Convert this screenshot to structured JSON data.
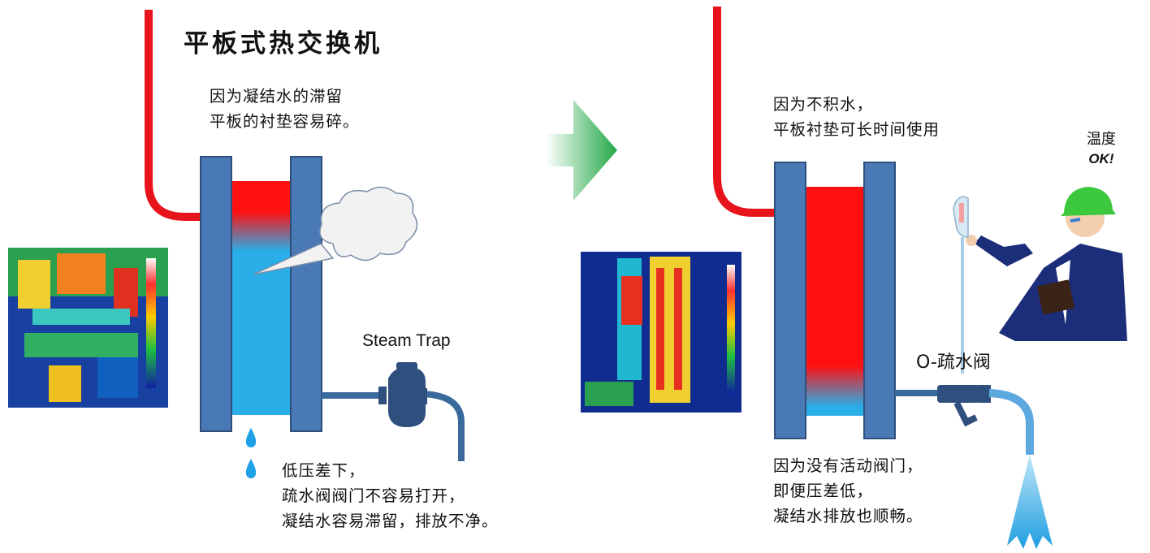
{
  "title": "平板式热交换机",
  "left": {
    "top_note": [
      "因为凝结水的滞留",
      "平板的衬垫容易碎。"
    ],
    "bottom_note": [
      "低压差下，",
      "疏水阀阀门不容易打开，",
      "凝结水容易滞留，排放不净。"
    ],
    "trap_label": "Steam Trap"
  },
  "right": {
    "top_note": [
      "因为不积水，",
      "平板衬垫可长时间使用"
    ],
    "bottom_note": [
      "因为没有活动阀门，",
      "即便压差低，",
      "凝结水排放也顺畅。"
    ],
    "valve_label": "O-疏水阀",
    "temp_label": "温度",
    "temp_ok": "OK!"
  },
  "colors": {
    "pipe_red": "#e8141c",
    "plate_blue": "#4a7ab5",
    "plate_outline": "#2e4f7c",
    "hot_red": "#ff1010",
    "condensate_blue": "#29aee8",
    "pipe_blue": "#3a6a9c",
    "arrow_green": "#22a845",
    "spray_blue": "#2aa8e8"
  },
  "icons": [
    "steam-cloud-icon",
    "water-drop-icon",
    "thermal-camera-image",
    "worker-figure",
    "infrared-thermometer-icon",
    "transition-arrow-icon",
    "water-spray-icon"
  ]
}
